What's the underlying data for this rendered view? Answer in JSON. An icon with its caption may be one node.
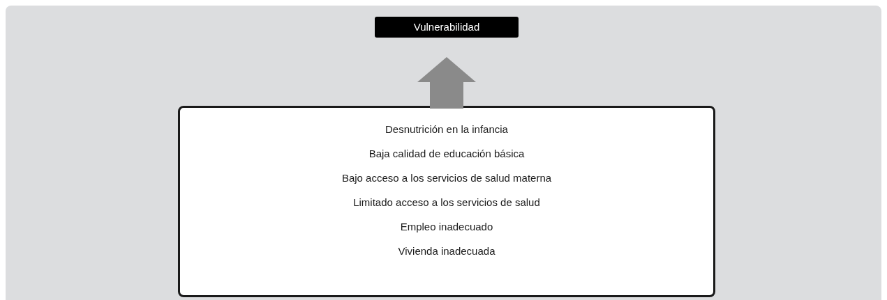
{
  "diagram": {
    "nodes": [
      {
        "text": [
          "Vulnerabilidad"
        ]
      },
      {
        "text": [
          "Desnutrición en la infancia",
          "Baja calidad de educación básica",
          "Bajo acceso a los servicios de salud materna",
          "Limitado acceso a los servicios de salud",
          "Empleo inadecuado",
          "Vivienda inadecuada"
        ]
      }
    ],
    "edges": [
      {
        "from": 1,
        "to": 0,
        "arrow": "to"
      }
    ]
  }
}
